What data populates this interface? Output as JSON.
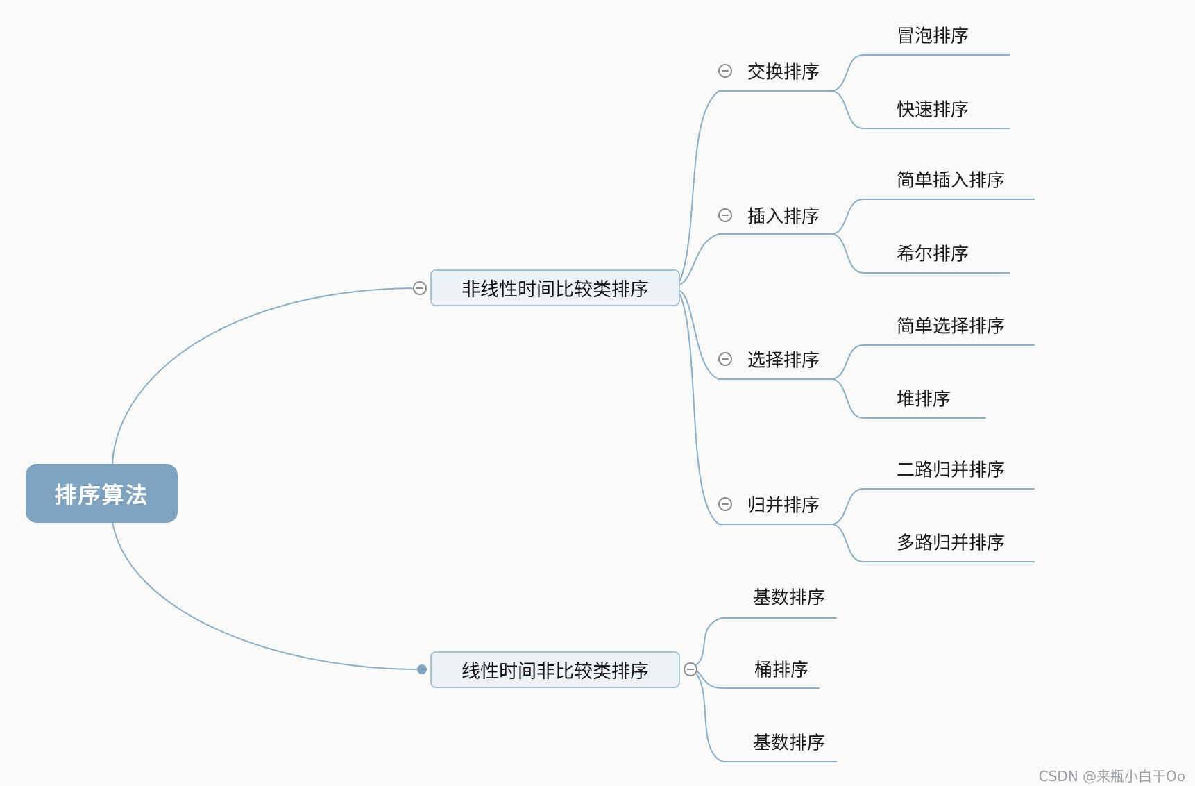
{
  "mindmap": {
    "root": {
      "label": "排序算法"
    },
    "branches": [
      {
        "label": "非线性时间比较类排序",
        "collapse_icon": "minus-circle",
        "children": [
          {
            "label": "交换排序",
            "collapse_icon": "minus-circle",
            "children": [
              {
                "label": "冒泡排序"
              },
              {
                "label": "快速排序"
              }
            ]
          },
          {
            "label": "插入排序",
            "collapse_icon": "minus-circle",
            "children": [
              {
                "label": "简单插入排序"
              },
              {
                "label": "希尔排序"
              }
            ]
          },
          {
            "label": "选择排序",
            "collapse_icon": "minus-circle",
            "children": [
              {
                "label": "简单选择排序"
              },
              {
                "label": "堆排序"
              }
            ]
          },
          {
            "label": "归并排序",
            "collapse_icon": "minus-circle",
            "children": [
              {
                "label": "二路归并排序"
              },
              {
                "label": "多路归并排序"
              }
            ]
          }
        ]
      },
      {
        "label": "线性时间非比较类排序",
        "marker_icon": "filled-dot",
        "collapse_icon": "minus-circle",
        "children": [
          {
            "label": "基数排序"
          },
          {
            "label": "桶排序"
          },
          {
            "label": "基数排序"
          }
        ]
      }
    ]
  },
  "watermark": {
    "text": "CSDN @来瓶小白干Oo"
  },
  "colors": {
    "background": "#fafafa",
    "root_fill": "#7fa3bf",
    "root_text": "#ffffff",
    "branch_fill": "#eef2f6",
    "branch_border": "#a9c2d6",
    "connector": "#8caec9",
    "collapse_icon_border": "#8c8c8c",
    "node_text": "#1a1a1a",
    "watermark_text": "#9aa0a6"
  }
}
